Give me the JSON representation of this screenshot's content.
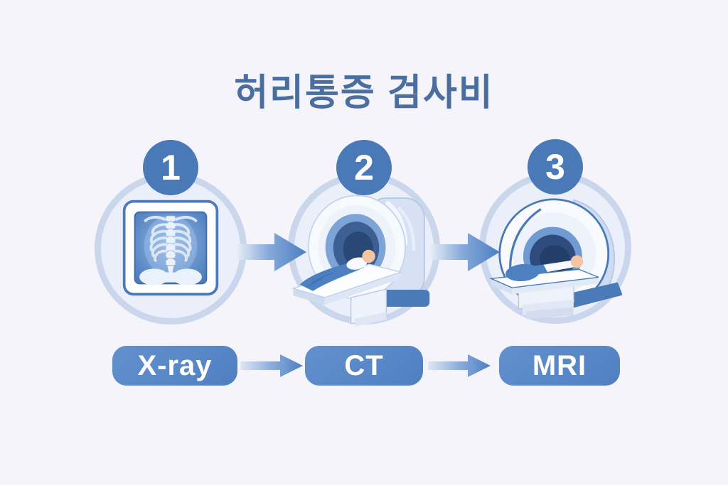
{
  "title": "허리통증 검사비",
  "steps": [
    {
      "number": "1",
      "label": "X-ray",
      "icon": "xray-film-icon"
    },
    {
      "number": "2",
      "label": "CT",
      "icon": "ct-scanner-icon"
    },
    {
      "number": "3",
      "label": "MRI",
      "icon": "mri-scanner-icon"
    }
  ],
  "colors": {
    "background": "#f4f4fa",
    "title_text": "#4a6e9f",
    "step_badge": "#4a79b8",
    "circle_ring": "#c9d6ec",
    "circle_fill": "#ebeffa",
    "label_pill": "#5787c6",
    "arrow": "#4c7fc2",
    "bore_dark": "#2a4876",
    "blanket": "#4d80c1",
    "patient_skin": "#f3c6a1"
  }
}
